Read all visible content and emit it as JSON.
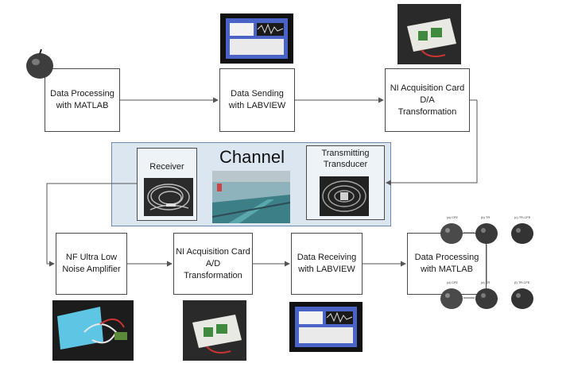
{
  "boxes": {
    "proc_top": "Data Processing\nwith MATLAB",
    "send": "Data Sending\nwith LABVIEW",
    "ni_da": "NI Acquisition Card\nD/A\nTransformation",
    "amp": "NF Ultra Low\nNoise Amplifier",
    "ni_ad": "NI Acquisition Card\nA/D\nTransformation",
    "recv": "Data Receiving\nwith LABVIEW",
    "proc_bottom": "Data Processing\nwith MATLAB"
  },
  "channel": {
    "title": "Channel",
    "receiver": "Receiver",
    "transducer": "Transmitting\nTransducer"
  },
  "apple_labels": [
    "(a) CFE",
    "(b) TR",
    "(c) TR-CFE",
    "(d) CFE",
    "(e) TR",
    "(f) TR-CFE"
  ],
  "colors": {
    "channel_fill": "#dbe6f1",
    "channel_border": "#6c8bb0",
    "arrow": "#555555"
  }
}
